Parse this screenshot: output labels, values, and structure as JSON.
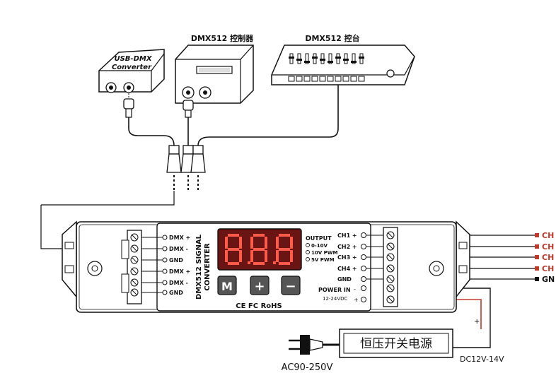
{
  "devices": {
    "usb_converter": {
      "label_line1": "USB-DMX",
      "label_line2": "Converter"
    },
    "controller": {
      "label": "DMX512 控制器"
    },
    "console": {
      "label": "DMX512 控台"
    }
  },
  "converter": {
    "title_line1": "DMX512 SIGNAL",
    "title_line2": "CONVERTER",
    "display": "8.8.8",
    "buttons": {
      "mode": "M",
      "plus": "+",
      "minus": "−"
    },
    "certifications": "CE FC RoHS",
    "left_terminals": [
      "DMX +",
      "DMX -",
      "GND",
      "DMX +",
      "DMX -",
      "GND"
    ],
    "output": {
      "heading": "OUTPUT",
      "options": [
        "0-10V",
        "10V PWM",
        "5V PWM"
      ]
    },
    "right_terminals": [
      "CH1 +",
      "CH2 +",
      "CH3 +",
      "CH4 +",
      "GND"
    ],
    "power_in": {
      "label": "POWER IN",
      "voltage": "12-24VDC",
      "minus": "-",
      "plus": "+"
    }
  },
  "outputs": {
    "channels": [
      "CH",
      "CH",
      "CH",
      "CH"
    ],
    "ground": "GN"
  },
  "power_supply": {
    "label": "恒压开关电源",
    "input": "AC90-250V",
    "output": "DC12V-14V",
    "plus_mark": "+"
  },
  "colors": {
    "line": "#111111",
    "positive_wire": "#c0392b",
    "display_bg": "#6b1414",
    "display_digits": "#ff5a4a",
    "output_terminal": "#c0392b"
  }
}
